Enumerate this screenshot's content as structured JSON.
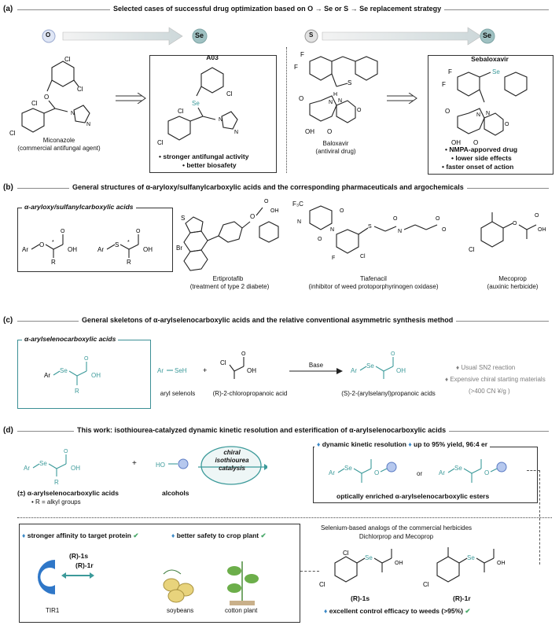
{
  "a": {
    "label": "(a)",
    "title": "Selected cases of successful drug optimization based on O → Se or S → Se replacement strategy",
    "o_badge": "O",
    "se_badge_1": "Se",
    "s_badge": "S",
    "se_badge_2": "Se",
    "miconazole": "Miconazole",
    "miconazole_sub": "(commercial antifungal agent)",
    "a03": "A03",
    "a03_b1": "stronger antifungal activity",
    "a03_b2": "better biosafety",
    "baloxavir": "Baloxavir",
    "baloxavir_sub": "(antiviral drug)",
    "sebaloxavir": "Sebaloxavir",
    "seb_b1": "NMPA-apporved drug",
    "seb_b2": "lower side effects",
    "seb_b3": "faster onset of action"
  },
  "b": {
    "label": "(b)",
    "title": "General structures of α-aryloxy/sulfanylcarboxylic acids and the corresponding pharmaceuticals and argochemicals",
    "box_title": "α-aryloxy/sulfanylcarboxylic acids",
    "ertiprotafib": "Ertiprotafib",
    "ertiprotafib_sub": "(treatment of type 2 diabete)",
    "tiafenacil": "Tiafenacil",
    "tiafenacil_sub": "(inhibitor of weed protoporphyrinogen oxidase)",
    "mecoprop": "Mecoprop",
    "mecoprop_sub": "(auxinic herbicide)"
  },
  "c": {
    "label": "(c)",
    "title": "General skeletons of α-arylselenocarboxylic acids and the relative conventional asymmetric synthesis method",
    "box_title": "α-arylselenocarboxylic acids",
    "aryl_selenols": "aryl selenols",
    "chloro_acid": "(R)-2-chloropropanoic acid",
    "base": "Base",
    "product": "(S)-2-(arylselanyl)propanoic acids",
    "note1": "Usual SN2 reaction",
    "note2": "Expensive chiral starting materials",
    "note3": "(>400 CN ¥/g )"
  },
  "d": {
    "label": "(d)",
    "title": "This work: isothiourea-catalyzed dynamic kinetic resolution and esterification of α-arylselenocarboxylic acids",
    "racemic": "(±) α-arylselenocarboxylic acids",
    "r_def": "R = alkyl groups",
    "alcohols": "alcohols",
    "catalysis": [
      "chiral",
      "isothiourea",
      "catalysis"
    ],
    "dkr": "dynamic kinetic resolution",
    "yield": "up to 95% yield, 96:4 er",
    "or": "or",
    "esters": "optically enriched α-arylselenocarboxylic esters",
    "affinity": "stronger affinity to target protein",
    "safety": "better safety to crop plant",
    "tir1": "TIR1",
    "r1s": "(R)-1s",
    "r1r": "(R)-1r",
    "soybeans": "soybeans",
    "cotton": "cotton plant",
    "analog_note": "Selenium-based analogs of the commercial herbicides Dichlorprop and Mecoprop",
    "efficacy": "excellent control efficacy to weeds (>95%)"
  },
  "colors": {
    "teal": "#3c9a9a",
    "accent_blue": "#3a88c6",
    "check_green": "#4aa86a"
  }
}
